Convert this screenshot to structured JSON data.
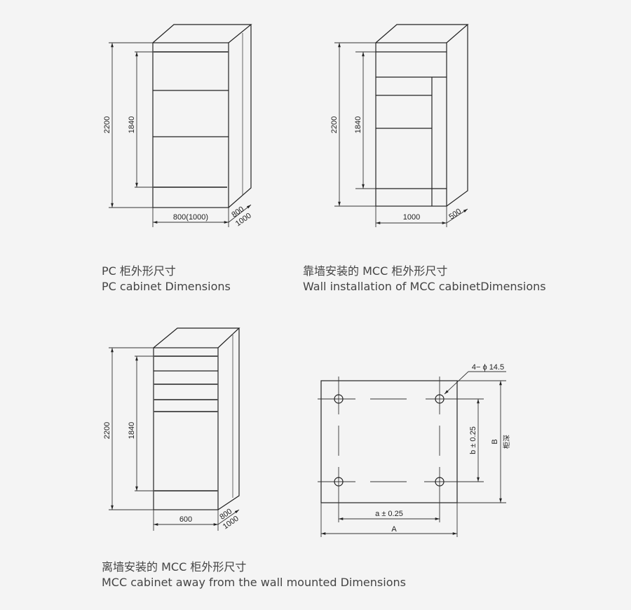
{
  "drawings": {
    "pc_cabinet": {
      "height_total": "2200",
      "height_inner": "1840",
      "width": "800(1000)",
      "depth_a": "800",
      "depth_b": "1000"
    },
    "wall_mcc_cabinet": {
      "height_total": "2200",
      "height_inner": "1840",
      "width": "1000",
      "depth": "500"
    },
    "away_mcc_cabinet": {
      "height_total": "2200",
      "height_inner": "1840",
      "width": "600",
      "depth_a": "800",
      "depth_b": "1000"
    },
    "base_plate": {
      "holes": "4− ϕ 14.5",
      "a_dim": "a ± 0.25",
      "b_dim": "b ± 0.25",
      "A_dim": "A",
      "B_dim": "B",
      "depth_label": "柜深"
    }
  },
  "captions": {
    "pc_cn": "PC 柜外形尺寸",
    "pc_en": "PC cabinet Dimensions",
    "wall_cn": "靠墙安装的 MCC 柜外形尺寸",
    "wall_en": "Wall installation of MCC cabinetDimensions",
    "away_cn": "离墙安装的 MCC 柜外形尺寸",
    "away_en": "MCC cabinet away from the wall mounted Dimensions"
  }
}
